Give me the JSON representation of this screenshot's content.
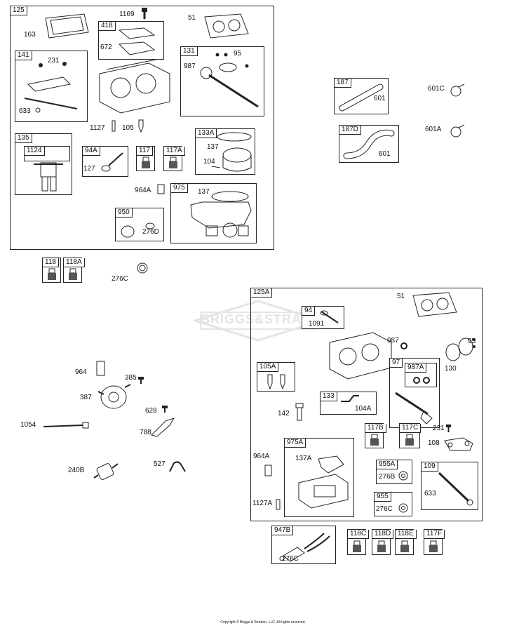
{
  "groups": {
    "g125": {
      "tag": "125"
    },
    "g418": {
      "tag": "418"
    },
    "g141": {
      "tag": "141"
    },
    "g131": {
      "tag": "131"
    },
    "g135": {
      "tag": "135"
    },
    "g1124": {
      "tag": "1124"
    },
    "g94A": {
      "tag": "94A"
    },
    "g117": {
      "tag": "117"
    },
    "g117A": {
      "tag": "117A"
    },
    "g133A": {
      "tag": "133A"
    },
    "g975": {
      "tag": "975"
    },
    "g950": {
      "tag": "950"
    },
    "g118": {
      "tag": "118"
    },
    "g118A": {
      "tag": "118A"
    },
    "g187": {
      "tag": "187"
    },
    "g187D": {
      "tag": "187D"
    },
    "g125A": {
      "tag": "125A"
    },
    "g94": {
      "tag": "94"
    },
    "g105A": {
      "tag": "105A"
    },
    "g97": {
      "tag": "97"
    },
    "g987A": {
      "tag": "987A"
    },
    "g133": {
      "tag": "133"
    },
    "g117B": {
      "tag": "117B"
    },
    "g117C": {
      "tag": "117C"
    },
    "g975A": {
      "tag": "975A"
    },
    "g955A": {
      "tag": "955A"
    },
    "g109": {
      "tag": "109"
    },
    "g955": {
      "tag": "955"
    },
    "g947B": {
      "tag": "947B"
    },
    "g118C": {
      "tag": "118C"
    },
    "g118D": {
      "tag": "118D"
    },
    "g118E": {
      "tag": "118E"
    },
    "g117F": {
      "tag": "117F"
    }
  },
  "labels": {
    "l163": "163",
    "l1169": "1169",
    "l51a": "51",
    "l672": "672",
    "l231a": "231",
    "l633a": "633",
    "l95a": "95",
    "l987a": "987",
    "l1127": "1127",
    "l105": "105",
    "l137a": "137",
    "l104": "104",
    "l127": "127",
    "l964Aa": "964A",
    "l137b": "137",
    "l276D": "276D",
    "l276Ca": "276C",
    "l601a": "601",
    "l601C": "601C",
    "l601b": "601",
    "l601A": "601A",
    "l51b": "51",
    "l1091": "1091",
    "l987b": "987",
    "l95b": "95",
    "l130": "130",
    "l104A": "104A",
    "l142": "142",
    "l231b": "231",
    "l108": "108",
    "l137A": "137A",
    "l964Ab": "964A",
    "l276B": "276B",
    "l633b": "633",
    "l276Cb": "276C",
    "l1127A": "1127A",
    "l276Cc": "276C",
    "l964": "964",
    "l385": "385",
    "l387": "387",
    "l628": "628",
    "l1054": "1054",
    "l788": "788",
    "l527": "527",
    "l240B": "240B"
  },
  "watermark": {
    "text": "BRIGGS&STRATTON"
  },
  "footer": {
    "copyright": "Copyright © Briggs & Stratton, LLC. All rights reserved."
  },
  "colors": {
    "line": "#222222",
    "watermark": "#e4e4e4",
    "background": "#ffffff"
  }
}
